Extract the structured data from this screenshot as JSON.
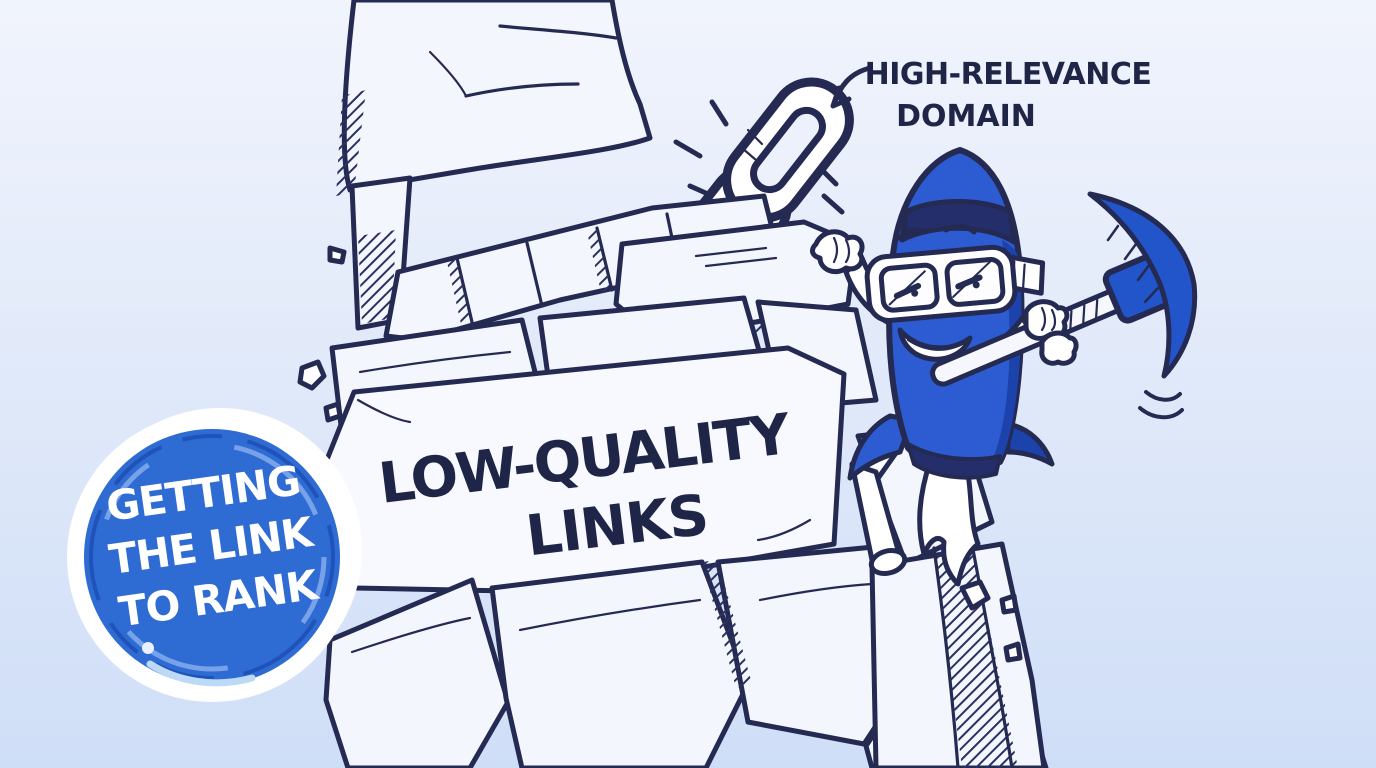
{
  "illustration": {
    "annotation": {
      "line1": "HIGH-RELEVANCE",
      "line2": "DOMAIN"
    },
    "rock_label": {
      "line1": "LOW-QUALITY",
      "line2": "LINKS"
    },
    "badge": {
      "line1": "GETTING",
      "line2": "THE LINK",
      "line3": "TO RANK"
    }
  },
  "icons": {
    "chain": "chain-link-icon",
    "sparkles": "sparkle-lines-icon",
    "arrow": "annotation-arrow-icon",
    "rocket": "rocket-character",
    "goggles": "safety-goggles-icon",
    "pickaxe": "pickaxe-icon",
    "flame": "rocket-flame-icon",
    "debris": "debris-pebbles"
  },
  "colors": {
    "background_top": "#f1f4fc",
    "background_bottom": "#cfdef7",
    "ink": "#242a52",
    "rock_fill": "#f4f6fd",
    "rocket_blue": "#2d5cd2",
    "rocket_blue_dark": "#1c43ab",
    "rocket_band_dark": "#232e6b",
    "pickaxe_blue": "#2254ca",
    "badge_blue": "#2e6bd3",
    "badge_ring_light": "#7fa8ec",
    "badge_ring_dark": "#1d4fb4",
    "white": "#ffffff"
  }
}
